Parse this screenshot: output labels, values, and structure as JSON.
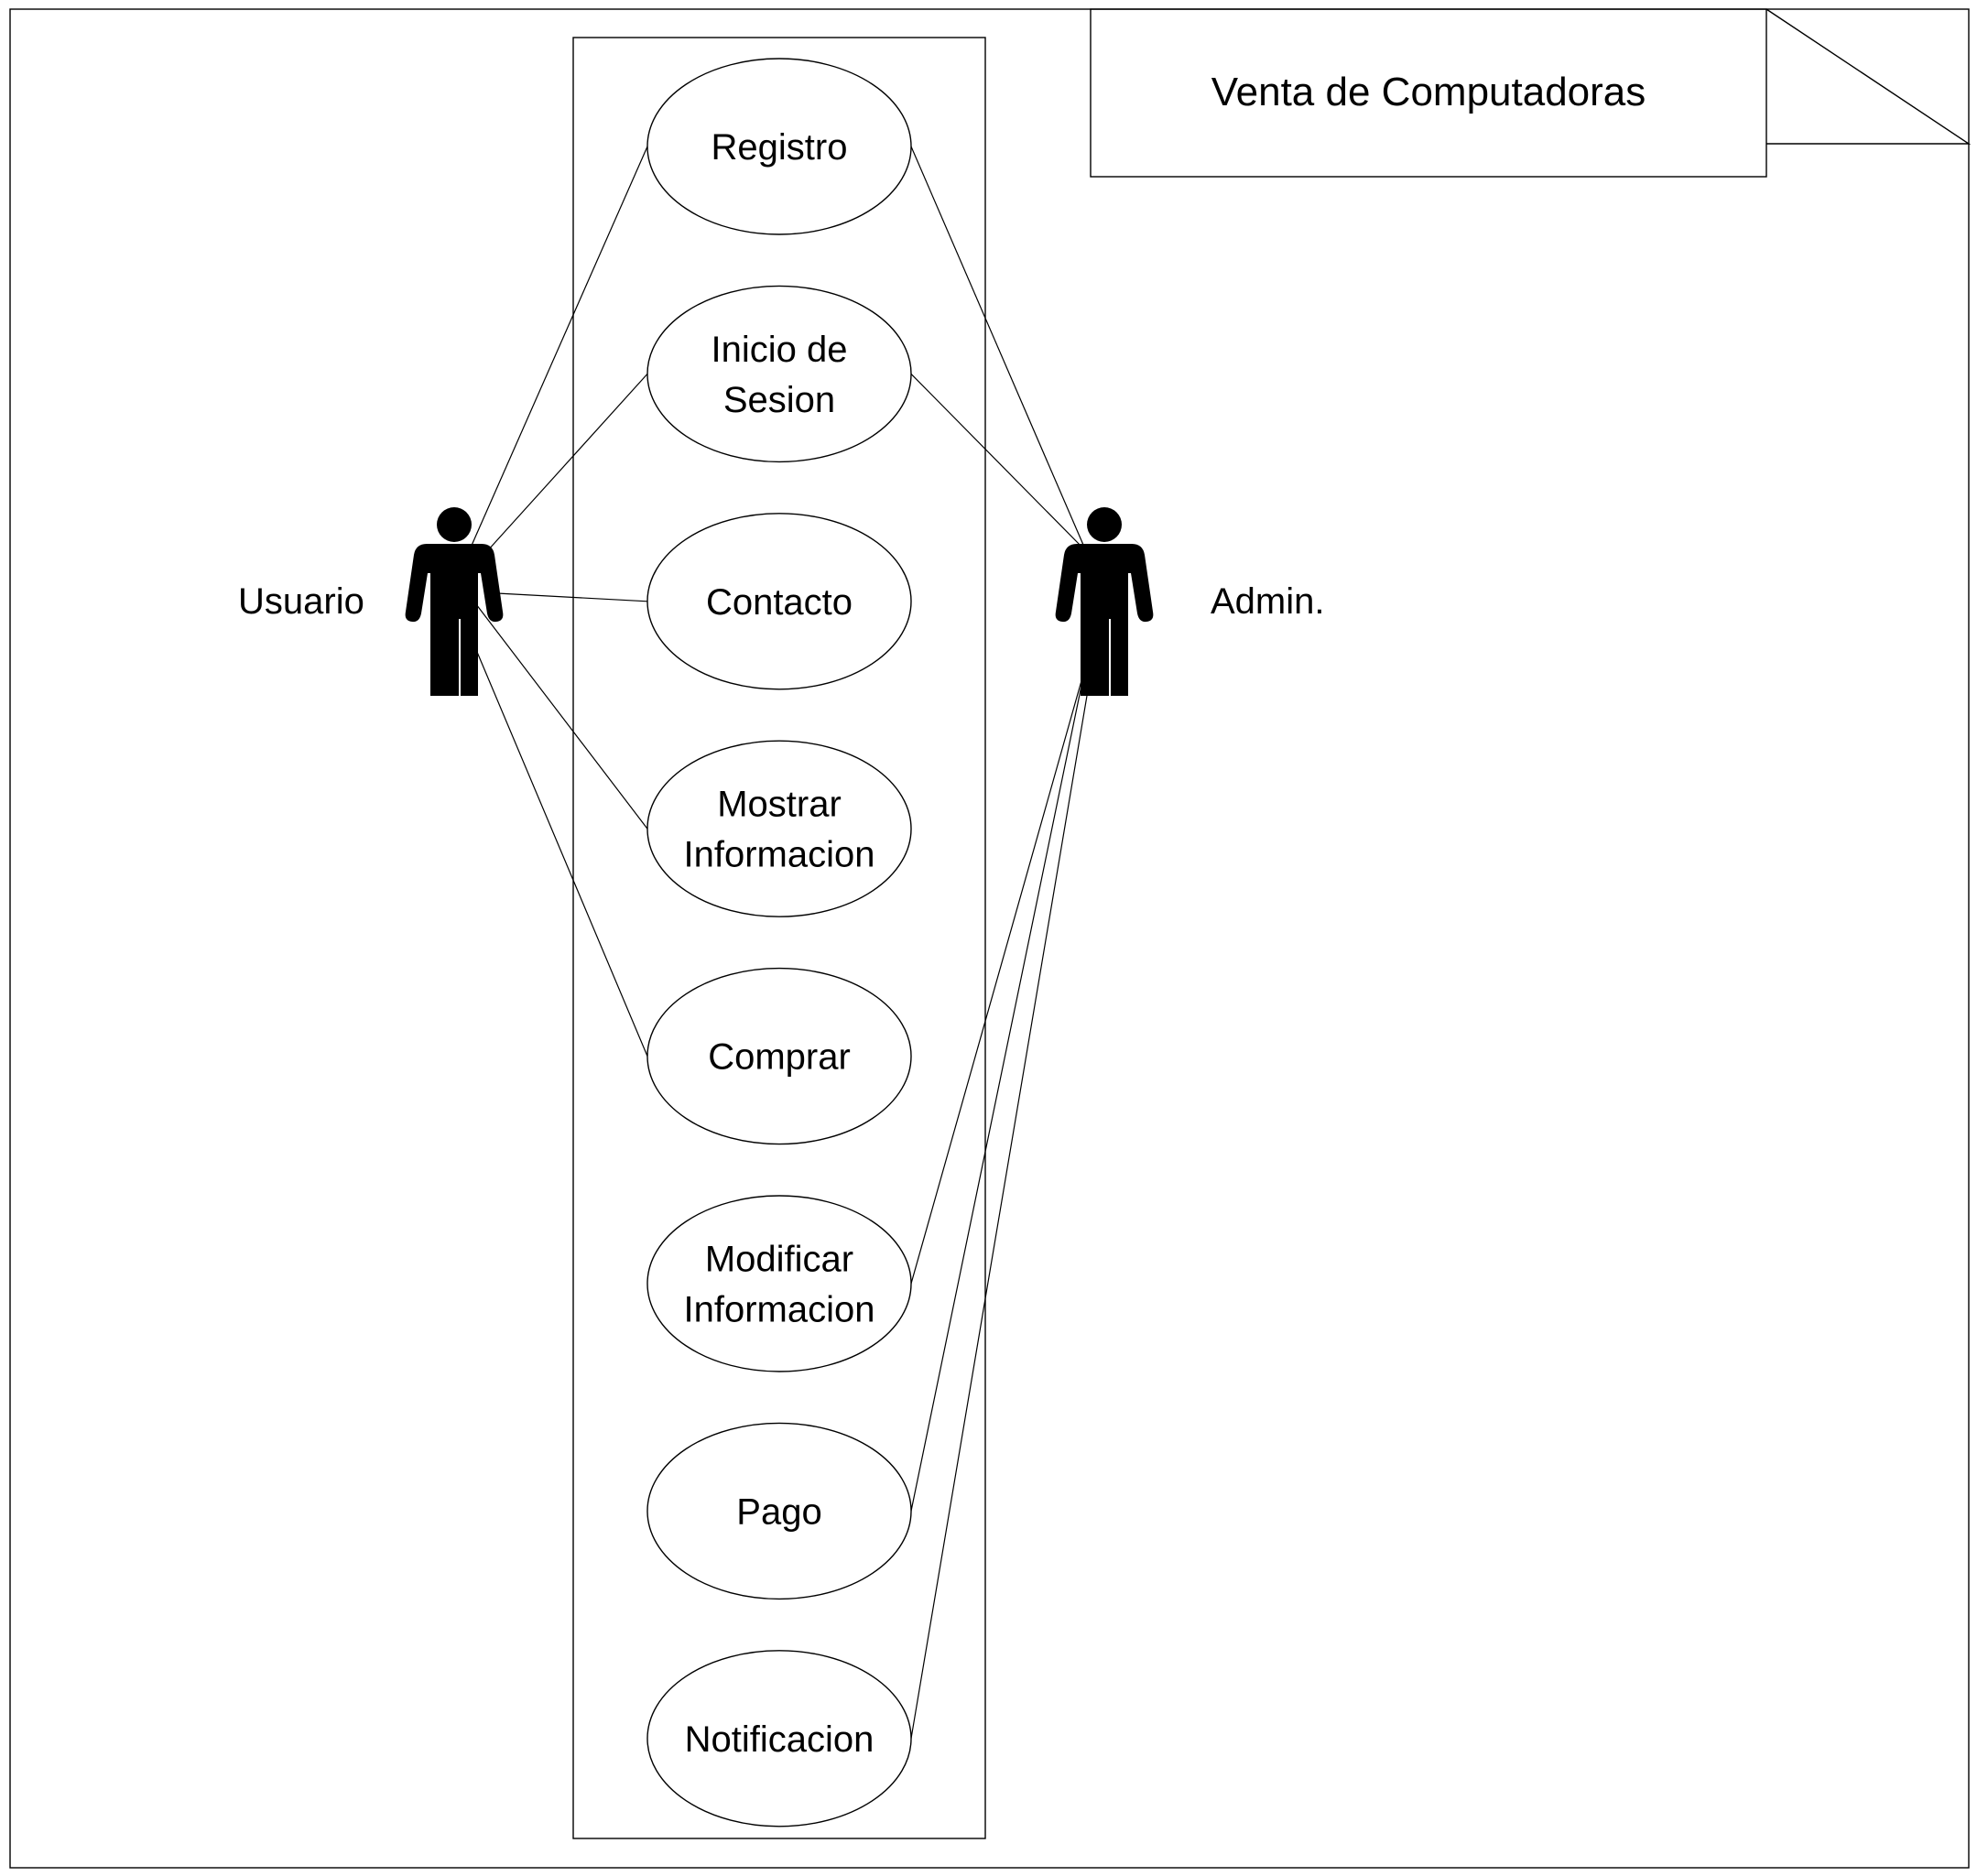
{
  "diagram": {
    "title": "Venta de Computadoras",
    "actors": {
      "user": {
        "name": "Usuario"
      },
      "admin": {
        "name": "Admin."
      }
    },
    "use_cases": [
      {
        "id": "registro",
        "lines": [
          "Registro"
        ]
      },
      {
        "id": "inicio-sesion",
        "lines": [
          "Inicio de",
          "Sesion"
        ]
      },
      {
        "id": "contacto",
        "lines": [
          "Contacto"
        ]
      },
      {
        "id": "mostrar-informacion",
        "lines": [
          "Mostrar",
          "Informacion"
        ]
      },
      {
        "id": "comprar",
        "lines": [
          "Comprar"
        ]
      },
      {
        "id": "modificar-informacion",
        "lines": [
          "Modificar",
          "Informacion"
        ]
      },
      {
        "id": "pago",
        "lines": [
          "Pago"
        ]
      },
      {
        "id": "notificacion",
        "lines": [
          "Notificacion"
        ]
      }
    ],
    "associations": [
      {
        "actor": "user",
        "use_case": "registro"
      },
      {
        "actor": "user",
        "use_case": "inicio-sesion"
      },
      {
        "actor": "user",
        "use_case": "contacto"
      },
      {
        "actor": "user",
        "use_case": "mostrar-informacion"
      },
      {
        "actor": "user",
        "use_case": "comprar"
      },
      {
        "actor": "admin",
        "use_case": "registro"
      },
      {
        "actor": "admin",
        "use_case": "inicio-sesion"
      },
      {
        "actor": "admin",
        "use_case": "modificar-informacion"
      },
      {
        "actor": "admin",
        "use_case": "pago"
      },
      {
        "actor": "admin",
        "use_case": "notificacion"
      }
    ]
  }
}
